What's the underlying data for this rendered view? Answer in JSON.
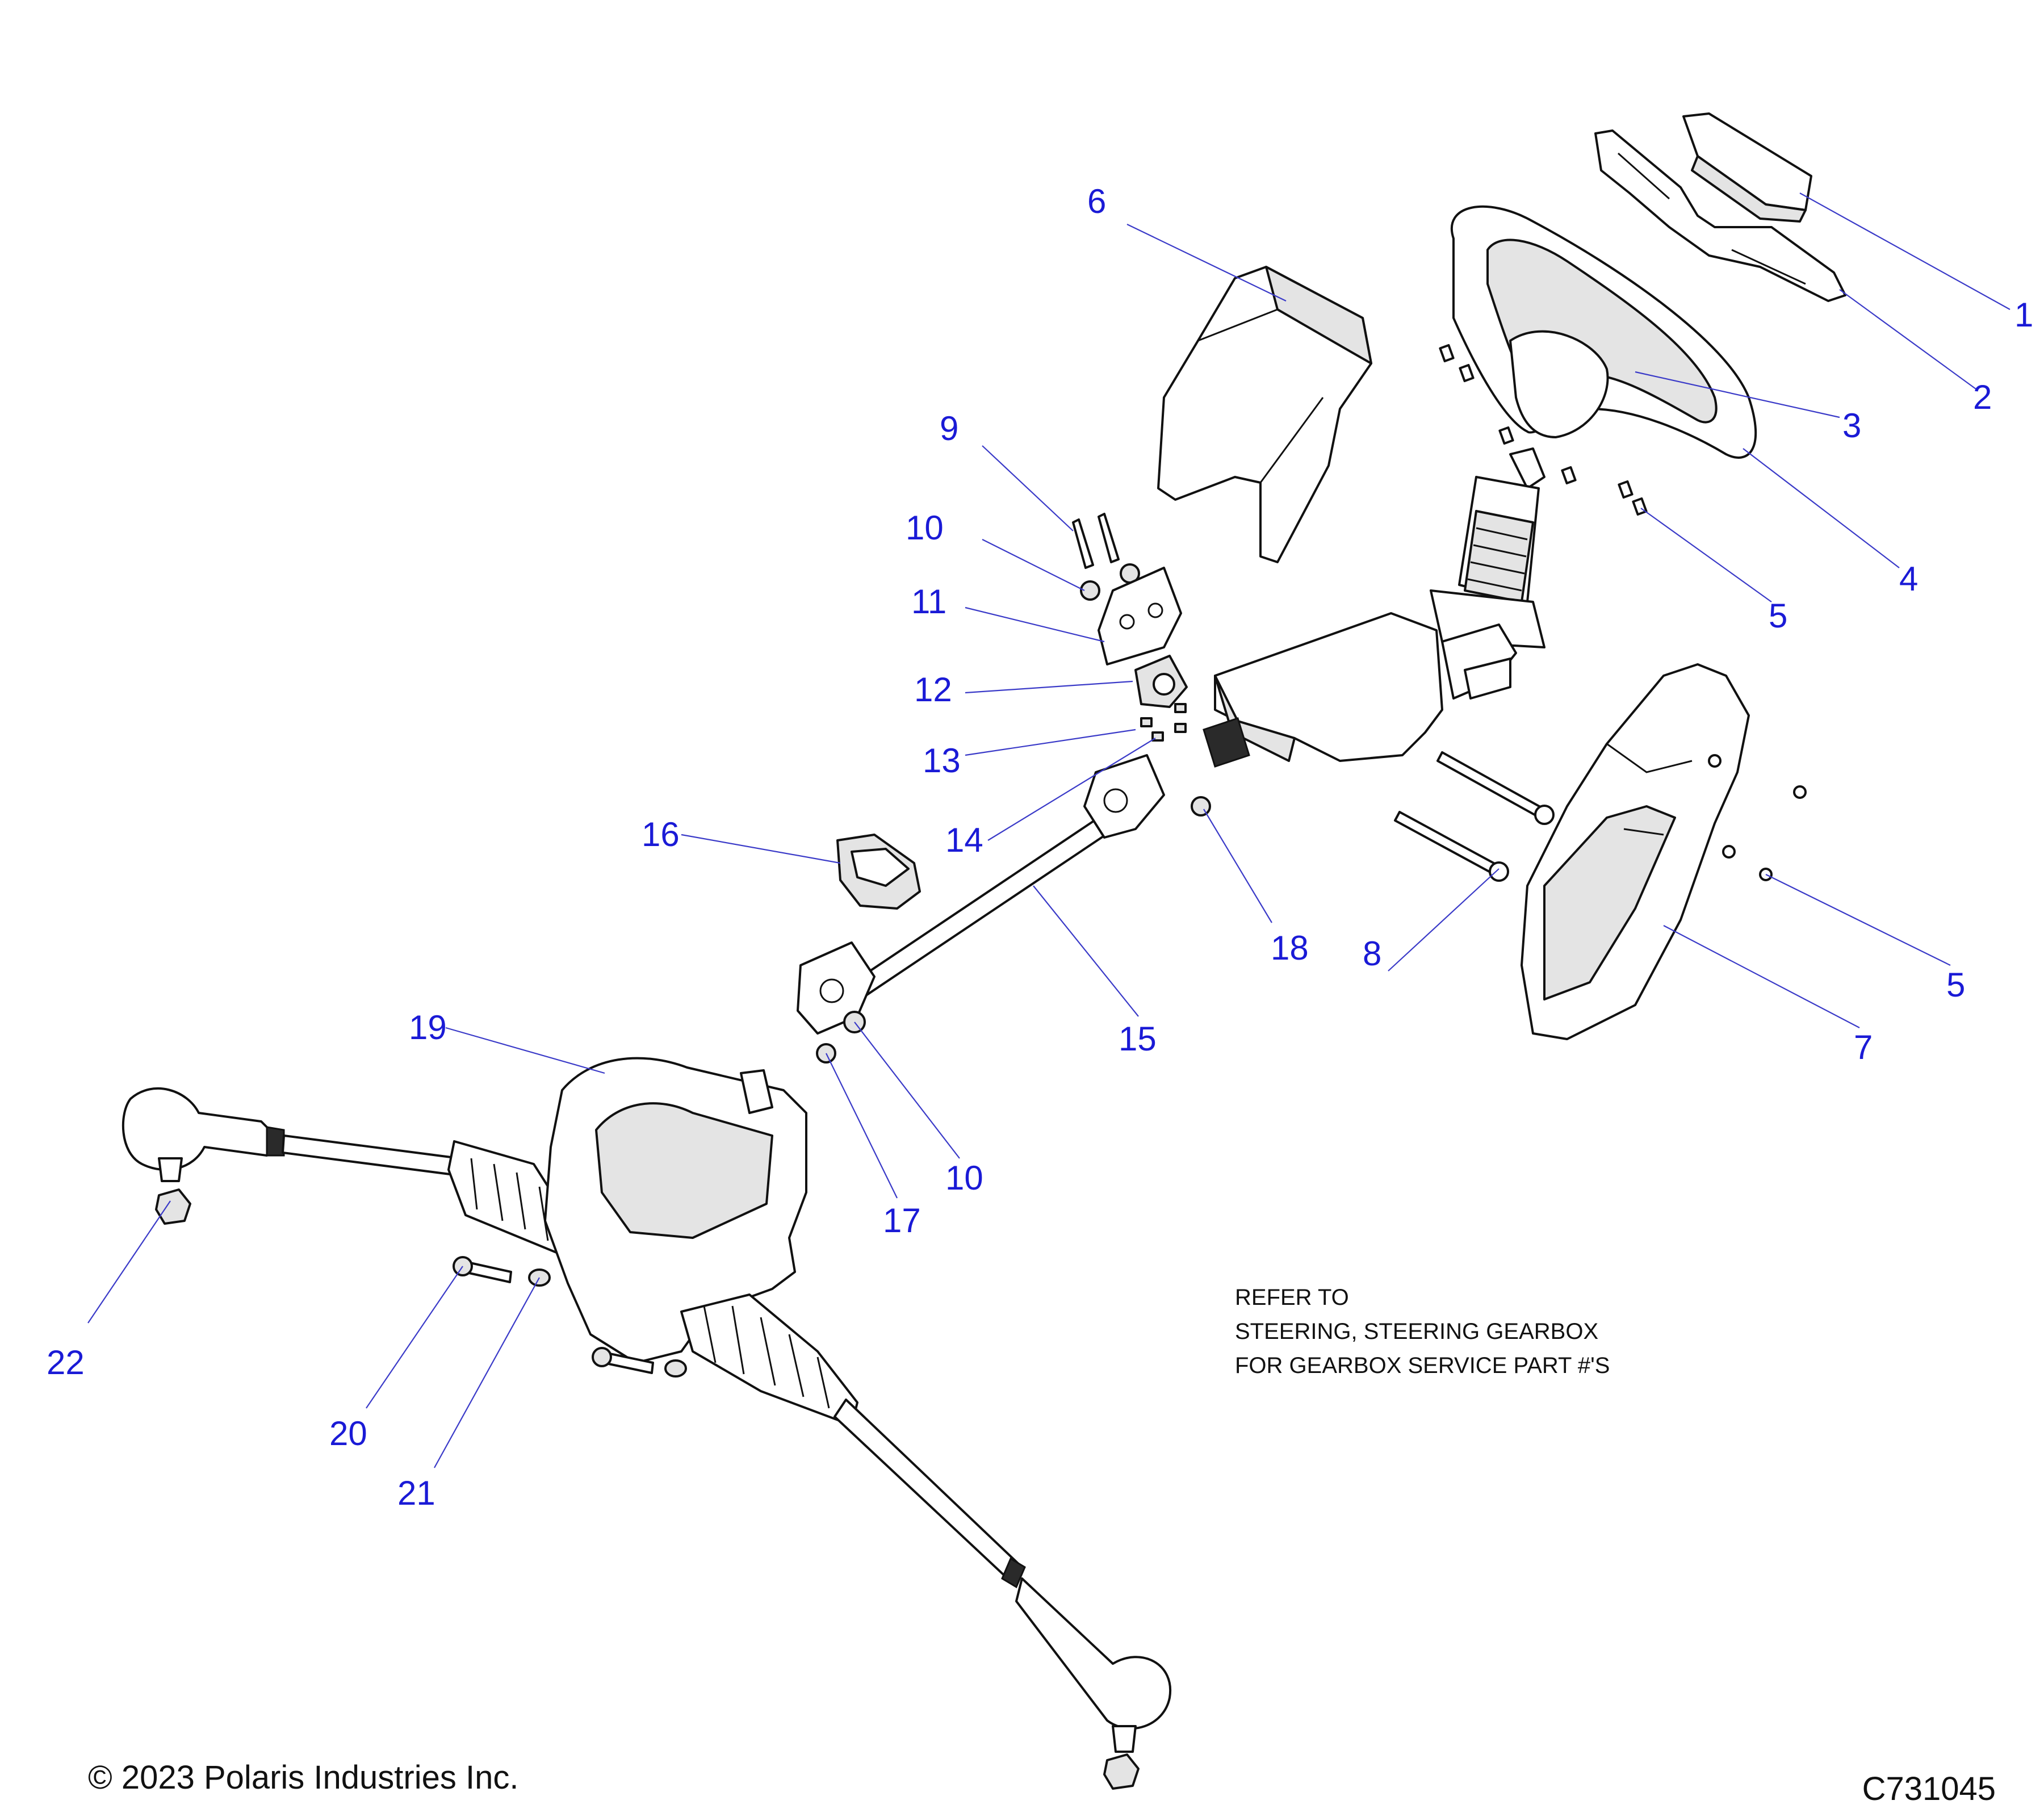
{
  "callouts": {
    "c1": "1",
    "c2": "2",
    "c3": "3",
    "c4": "4",
    "c5a": "5",
    "c5b": "5",
    "c6": "6",
    "c7": "7",
    "c8": "8",
    "c9": "9",
    "c10a": "10",
    "c10b": "10",
    "c11": "11",
    "c12": "12",
    "c13": "13",
    "c14": "14",
    "c15": "15",
    "c16": "16",
    "c17": "17",
    "c18": "18",
    "c19": "19",
    "c20": "20",
    "c21": "21",
    "c22": "22"
  },
  "note": {
    "line1": "REFER TO",
    "line2": "STEERING, STEERING GEARBOX",
    "line3": "FOR GEARBOX SERVICE PART #'S"
  },
  "footer": {
    "copyright": "© 2023 Polaris Industries Inc.",
    "drawing_id": "C731045"
  },
  "colors": {
    "callout": "#1a1ad6",
    "leader": "#3a3ac8",
    "linework": "#111111"
  }
}
